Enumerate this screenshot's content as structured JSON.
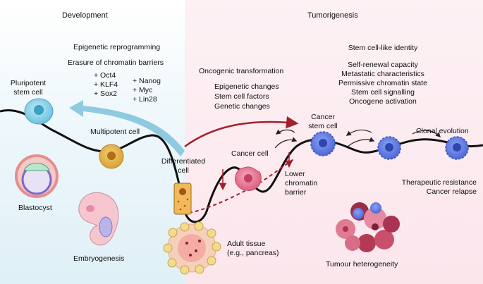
{
  "sections": {
    "development": "Development",
    "tumorigenesis": "Tumorigenesis"
  },
  "reprogramming": {
    "title": "Epigenetic reprogramming",
    "subtitle": "Erasure of chromatin barriers",
    "factors_left": [
      "+ Oct4",
      "+ KLF4",
      "+ Sox2"
    ],
    "factors_right": [
      "+ Nanog",
      "+ Myc",
      "+ Lin28"
    ]
  },
  "stages": {
    "pluripotent": [
      "Pluripotent",
      "stem cell"
    ],
    "multipotent": "Multipotent cell",
    "differentiated": [
      "Differentiated",
      "cell"
    ],
    "blastocyst": "Blastocyst",
    "embryogenesis": "Embryogenesis",
    "adult_tissue": [
      "Adult tissue",
      "(e.g., pancreas)"
    ]
  },
  "oncogenic": {
    "title": "Oncogenic transformation",
    "changes": [
      "Epigenetic changes",
      "Stem cell factors",
      "Genetic changes"
    ]
  },
  "cancer": {
    "cancer_cell": "Cancer cell",
    "cancer_stem_cell": [
      "Cancer",
      "stem cell"
    ],
    "lower_barrier": [
      "Lower",
      "chromatin",
      "barrier"
    ],
    "clonal_evolution": "Clonal evolution",
    "resistance": [
      "Therapeutic resistance",
      "Cancer relapse"
    ],
    "heterogeneity": "Tumour heterogeneity"
  },
  "stem_like": {
    "title": "Stem cell-like identity",
    "features": [
      "Self-renewal capacity",
      "Metastatic characteristics",
      "Permissive chromatin state",
      "Stem cell signalling",
      "Oncogene activation"
    ]
  },
  "colors": {
    "development_bg": "#eaf6fa",
    "tumor_bg": "#fbe9ee",
    "reprogram_arrow": "#6ab6d3",
    "oncogenic_arrow": "#a3202e",
    "cancer_stem_cell": "#5a78e0",
    "cancer_cell": "#e06a8a"
  }
}
